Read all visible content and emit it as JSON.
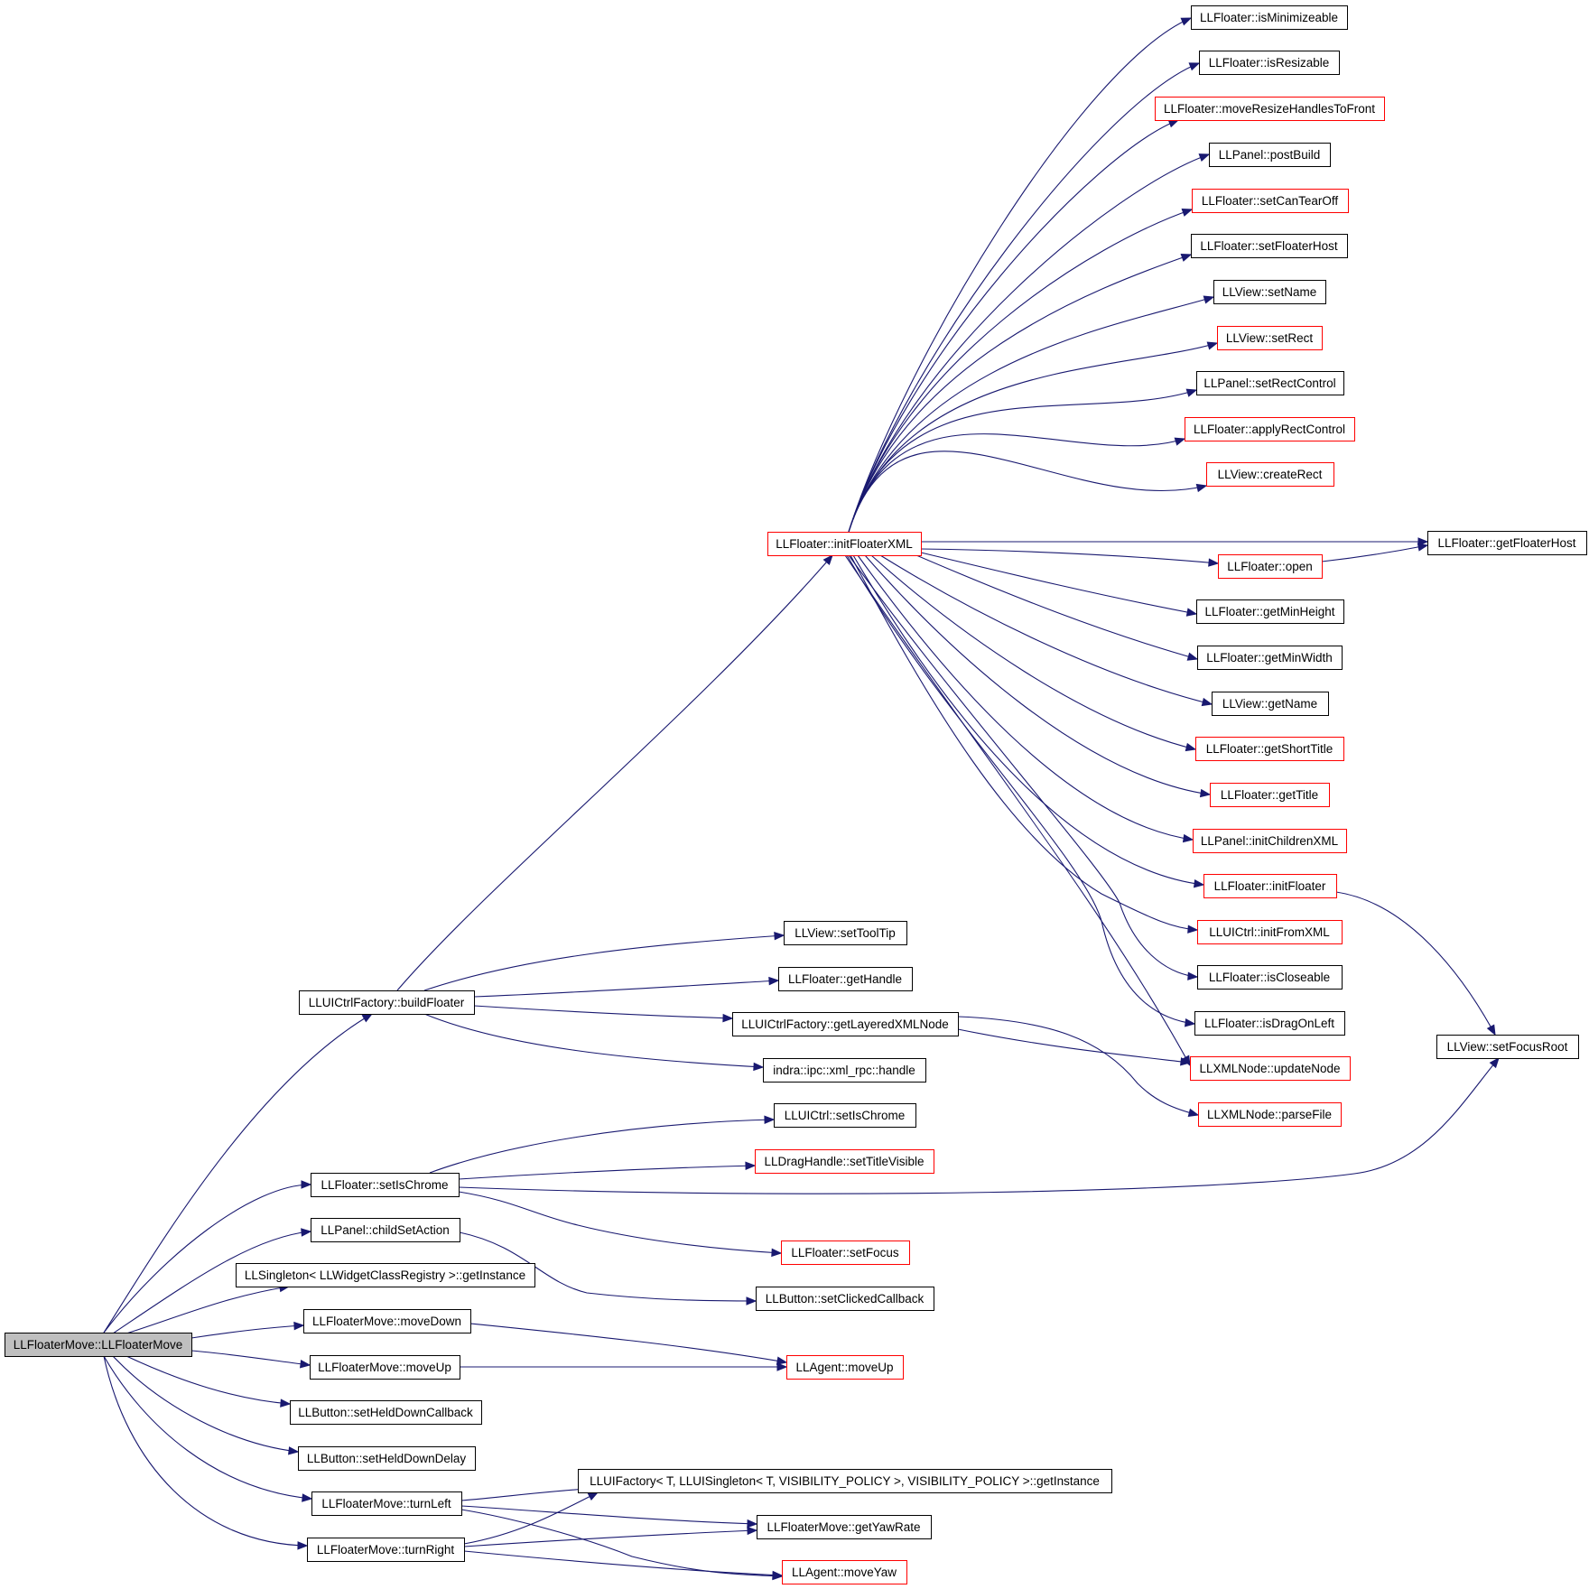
{
  "diagram": {
    "nodes": [
      {
        "id": "root",
        "label": "LLFloaterMove::LLFloaterMove",
        "style": "root"
      },
      {
        "id": "buildFloater",
        "label": "LLUICtrlFactory::buildFloater",
        "style": "black"
      },
      {
        "id": "setIsChrome",
        "label": "LLFloater::setIsChrome",
        "style": "black"
      },
      {
        "id": "childSetAction",
        "label": "LLPanel::childSetAction",
        "style": "black"
      },
      {
        "id": "singletonGetInstance",
        "label": "LLSingleton< LLWidgetClassRegistry >::getInstance",
        "style": "black"
      },
      {
        "id": "moveDown",
        "label": "LLFloaterMove::moveDown",
        "style": "black"
      },
      {
        "id": "moveUp",
        "label": "LLFloaterMove::moveUp",
        "style": "black"
      },
      {
        "id": "setHeldDownCallback",
        "label": "LLButton::setHeldDownCallback",
        "style": "black"
      },
      {
        "id": "setHeldDownDelay",
        "label": "LLButton::setHeldDownDelay",
        "style": "black"
      },
      {
        "id": "turnLeft",
        "label": "LLFloaterMove::turnLeft",
        "style": "black"
      },
      {
        "id": "turnRight",
        "label": "LLFloaterMove::turnRight",
        "style": "black"
      },
      {
        "id": "initFloaterXML",
        "label": "LLFloater::initFloaterXML",
        "style": "red"
      },
      {
        "id": "setToolTip",
        "label": "LLView::setToolTip",
        "style": "black"
      },
      {
        "id": "getHandle",
        "label": "LLFloater::getHandle",
        "style": "black"
      },
      {
        "id": "getLayeredXMLNode",
        "label": "LLUICtrlFactory::getLayeredXMLNode",
        "style": "black"
      },
      {
        "id": "xmlRpcHandle",
        "label": "indra::ipc::xml_rpc::handle",
        "style": "black"
      },
      {
        "id": "uictrlSetIsChrome",
        "label": "LLUICtrl::setIsChrome",
        "style": "black"
      },
      {
        "id": "setTitleVisible",
        "label": "LLDragHandle::setTitleVisible",
        "style": "red"
      },
      {
        "id": "setFocus",
        "label": "LLFloater::setFocus",
        "style": "red"
      },
      {
        "id": "setClickedCallback",
        "label": "LLButton::setClickedCallback",
        "style": "black"
      },
      {
        "id": "agentMoveUp",
        "label": "LLAgent::moveUp",
        "style": "red"
      },
      {
        "id": "uiFactoryGetInstance",
        "label": "LLUIFactory< T, LLUISingleton< T, VISIBILITY_POLICY >, VISIBILITY_POLICY >::getInstance",
        "style": "black"
      },
      {
        "id": "getYawRate",
        "label": "LLFloaterMove::getYawRate",
        "style": "black"
      },
      {
        "id": "moveYaw",
        "label": "LLAgent::moveYaw",
        "style": "red"
      },
      {
        "id": "isMinimizeable",
        "label": "LLFloater::isMinimizeable",
        "style": "black"
      },
      {
        "id": "isResizable",
        "label": "LLFloater::isResizable",
        "style": "black"
      },
      {
        "id": "moveResizeHandlesToFront",
        "label": "LLFloater::moveResizeHandlesToFront",
        "style": "red"
      },
      {
        "id": "postBuild",
        "label": "LLPanel::postBuild",
        "style": "black"
      },
      {
        "id": "setCanTearOff",
        "label": "LLFloater::setCanTearOff",
        "style": "red"
      },
      {
        "id": "setFloaterHost",
        "label": "LLFloater::setFloaterHost",
        "style": "black"
      },
      {
        "id": "viewSetName",
        "label": "LLView::setName",
        "style": "black"
      },
      {
        "id": "viewSetRect",
        "label": "LLView::setRect",
        "style": "red"
      },
      {
        "id": "setRectControl",
        "label": "LLPanel::setRectControl",
        "style": "black"
      },
      {
        "id": "applyRectControl",
        "label": "LLFloater::applyRectControl",
        "style": "red"
      },
      {
        "id": "createRect",
        "label": "LLView::createRect",
        "style": "red"
      },
      {
        "id": "floaterOpen",
        "label": "LLFloater::open",
        "style": "red"
      },
      {
        "id": "getMinHeight",
        "label": "LLFloater::getMinHeight",
        "style": "black"
      },
      {
        "id": "getMinWidth",
        "label": "LLFloater::getMinWidth",
        "style": "black"
      },
      {
        "id": "viewGetName",
        "label": "LLView::getName",
        "style": "black"
      },
      {
        "id": "getShortTitle",
        "label": "LLFloater::getShortTitle",
        "style": "red"
      },
      {
        "id": "getTitle",
        "label": "LLFloater::getTitle",
        "style": "red"
      },
      {
        "id": "initChildrenXML",
        "label": "LLPanel::initChildrenXML",
        "style": "red"
      },
      {
        "id": "initFloater",
        "label": "LLFloater::initFloater",
        "style": "red"
      },
      {
        "id": "initFromXML",
        "label": "LLUICtrl::initFromXML",
        "style": "red"
      },
      {
        "id": "isCloseable",
        "label": "LLFloater::isCloseable",
        "style": "black"
      },
      {
        "id": "isDragOnLeft",
        "label": "LLFloater::isDragOnLeft",
        "style": "black"
      },
      {
        "id": "updateNode",
        "label": "LLXMLNode::updateNode",
        "style": "red"
      },
      {
        "id": "parseFile",
        "label": "LLXMLNode::parseFile",
        "style": "red"
      },
      {
        "id": "getFloaterHost",
        "label": "LLFloater::getFloaterHost",
        "style": "black"
      },
      {
        "id": "setFocusRoot",
        "label": "LLView::setFocusRoot",
        "style": "black"
      }
    ],
    "edges": [
      [
        "root",
        "buildFloater"
      ],
      [
        "root",
        "setIsChrome"
      ],
      [
        "root",
        "childSetAction"
      ],
      [
        "root",
        "singletonGetInstance"
      ],
      [
        "root",
        "moveDown"
      ],
      [
        "root",
        "moveUp"
      ],
      [
        "root",
        "setHeldDownCallback"
      ],
      [
        "root",
        "setHeldDownDelay"
      ],
      [
        "root",
        "turnLeft"
      ],
      [
        "root",
        "turnRight"
      ],
      [
        "buildFloater",
        "initFloaterXML"
      ],
      [
        "buildFloater",
        "setToolTip"
      ],
      [
        "buildFloater",
        "getHandle"
      ],
      [
        "buildFloater",
        "getLayeredXMLNode"
      ],
      [
        "buildFloater",
        "xmlRpcHandle"
      ],
      [
        "setIsChrome",
        "uictrlSetIsChrome"
      ],
      [
        "setIsChrome",
        "setTitleVisible"
      ],
      [
        "setIsChrome",
        "setFocusRoot"
      ],
      [
        "setIsChrome",
        "setFocus"
      ],
      [
        "childSetAction",
        "setClickedCallback"
      ],
      [
        "moveDown",
        "agentMoveUp"
      ],
      [
        "moveUp",
        "agentMoveUp"
      ],
      [
        "turnLeft",
        "uiFactoryGetInstance"
      ],
      [
        "turnLeft",
        "getYawRate"
      ],
      [
        "turnLeft",
        "moveYaw"
      ],
      [
        "turnRight",
        "uiFactoryGetInstance"
      ],
      [
        "turnRight",
        "getYawRate"
      ],
      [
        "turnRight",
        "moveYaw"
      ],
      [
        "getLayeredXMLNode",
        "updateNode"
      ],
      [
        "getLayeredXMLNode",
        "parseFile"
      ],
      [
        "initFloaterXML",
        "isMinimizeable"
      ],
      [
        "initFloaterXML",
        "isResizable"
      ],
      [
        "initFloaterXML",
        "moveResizeHandlesToFront"
      ],
      [
        "initFloaterXML",
        "postBuild"
      ],
      [
        "initFloaterXML",
        "setCanTearOff"
      ],
      [
        "initFloaterXML",
        "setFloaterHost"
      ],
      [
        "initFloaterXML",
        "viewSetName"
      ],
      [
        "initFloaterXML",
        "viewSetRect"
      ],
      [
        "initFloaterXML",
        "setRectControl"
      ],
      [
        "initFloaterXML",
        "applyRectControl"
      ],
      [
        "initFloaterXML",
        "createRect"
      ],
      [
        "initFloaterXML",
        "getFloaterHost"
      ],
      [
        "initFloaterXML",
        "floaterOpen"
      ],
      [
        "initFloaterXML",
        "getMinHeight"
      ],
      [
        "initFloaterXML",
        "getMinWidth"
      ],
      [
        "initFloaterXML",
        "viewGetName"
      ],
      [
        "initFloaterXML",
        "getShortTitle"
      ],
      [
        "initFloaterXML",
        "getTitle"
      ],
      [
        "initFloaterXML",
        "initChildrenXML"
      ],
      [
        "initFloaterXML",
        "initFloater"
      ],
      [
        "initFloaterXML",
        "initFromXML"
      ],
      [
        "initFloaterXML",
        "isCloseable"
      ],
      [
        "initFloaterXML",
        "isDragOnLeft"
      ],
      [
        "initFloaterXML",
        "updateNode"
      ],
      [
        "floaterOpen",
        "getFloaterHost"
      ],
      [
        "initFloater",
        "setFocusRoot"
      ]
    ]
  }
}
